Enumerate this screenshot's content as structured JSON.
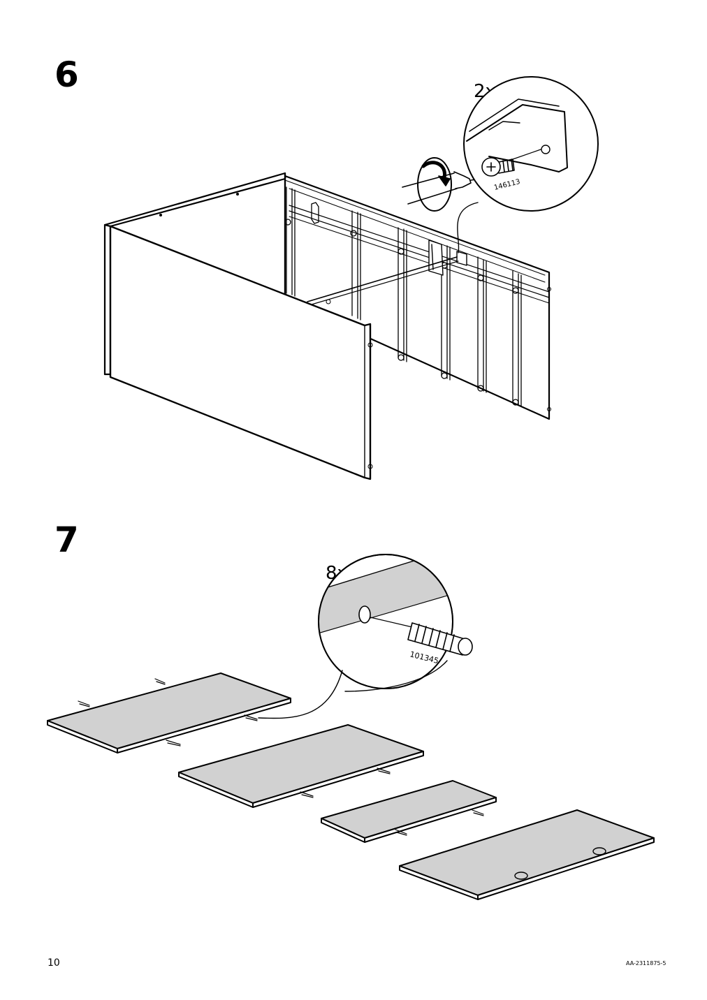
{
  "page": {
    "page_number": "10",
    "document_code": "AA-2311875-5"
  },
  "steps": [
    {
      "number": "6",
      "quantity": "2x",
      "part_number": "146113",
      "part_icon": "screw-icon",
      "tool_icon": "phillips-screwdriver-icon"
    },
    {
      "number": "7",
      "quantity": "8x",
      "part_number": "101345",
      "part_icon": "wooden-dowel-icon"
    }
  ],
  "colors": {
    "line": "#000000",
    "panel_fill": "#d1d1d1",
    "background": "#ffffff"
  }
}
